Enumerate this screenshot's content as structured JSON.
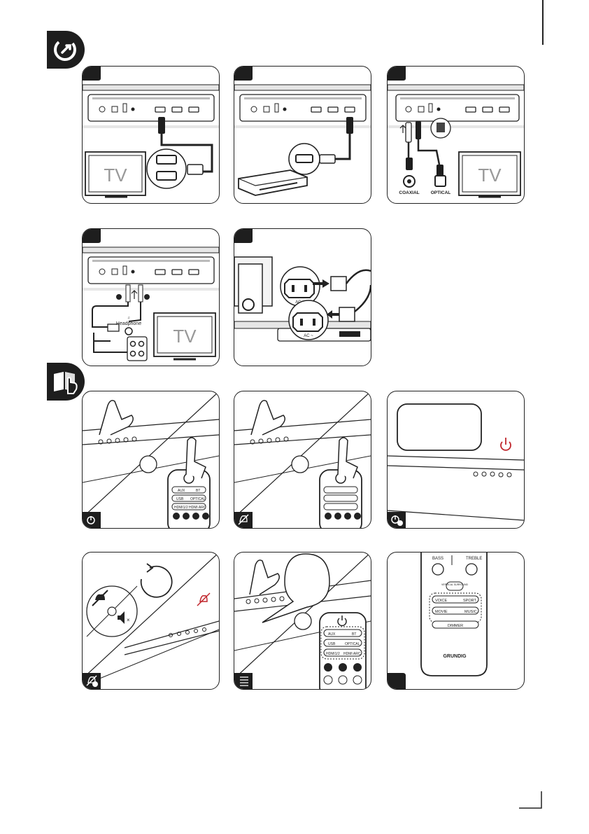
{
  "labels": {
    "tv": "TV",
    "coaxial": "COAXIAL",
    "optical": "OPTICAL",
    "headphone": "Headphone",
    "ac": "AC ~",
    "aux": "AUX",
    "bt": "BT",
    "usb": "USB",
    "optical_btn": "OPTICAL",
    "hdmi12": "HDMI1/2",
    "hdmi_arc": "HDMI ARC",
    "bass": "BASS",
    "treble": "TREBLE",
    "vertical_surround": "VERTICAL SURROUND",
    "voice": "VOICE",
    "sport": "SPORT",
    "movie": "MOVIE",
    "music": "MUSIC",
    "dimmer": "DIMMER",
    "brand": "GRUNDIG"
  },
  "icons": {
    "connect_section": "plug-connect-icon",
    "operate_section": "book-hand-icon",
    "power": "power-icon",
    "mute": "mute-icon",
    "standby": "standby-icon",
    "mode": "list-mode-icon",
    "rotate": "rotate-arrow-icon"
  },
  "colors": {
    "ink": "#1e1e1e",
    "red_accent": "#c0272d",
    "panel_gray": "#e6e6e6"
  }
}
